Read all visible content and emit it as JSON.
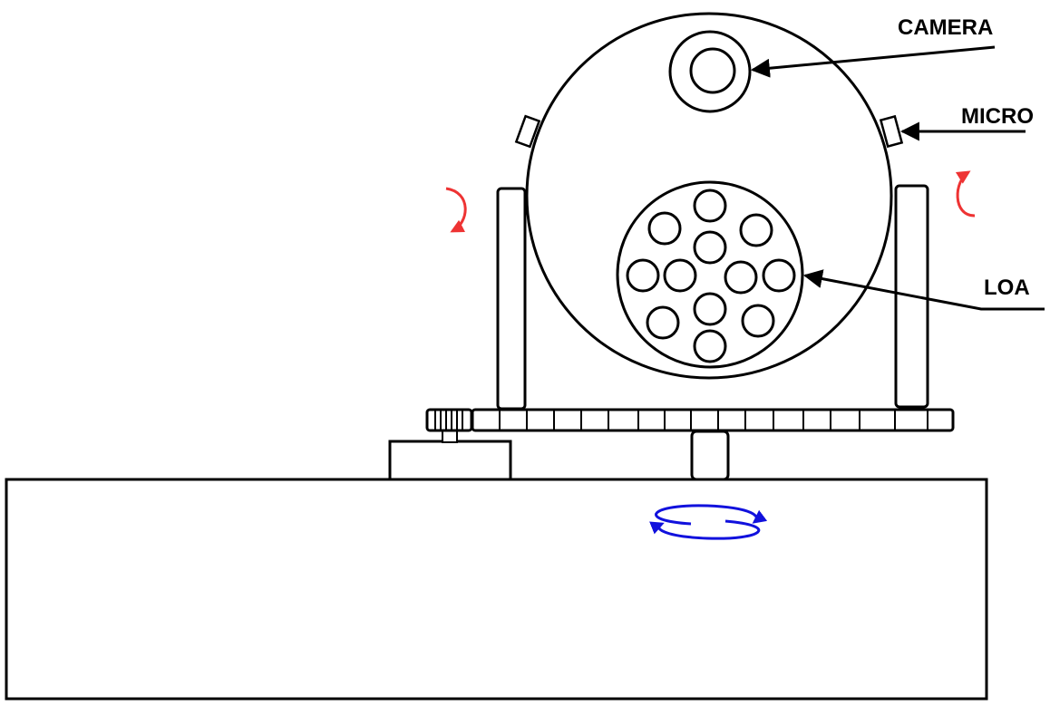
{
  "labels": {
    "camera": "CAMERA",
    "micro": "MICRO",
    "loa": "LOA"
  },
  "colors": {
    "line": "#000000",
    "tilt_arrow": "#ee3333",
    "pan_arrow": "#1111dd",
    "background": "#ffffff"
  },
  "speaker_count": 12,
  "gear_tooth_count": 18,
  "icons": {
    "tilt_left": "rotate-arrow-icon",
    "tilt_right": "rotate-arrow-icon",
    "pan": "horizontal-rotation-icon"
  }
}
